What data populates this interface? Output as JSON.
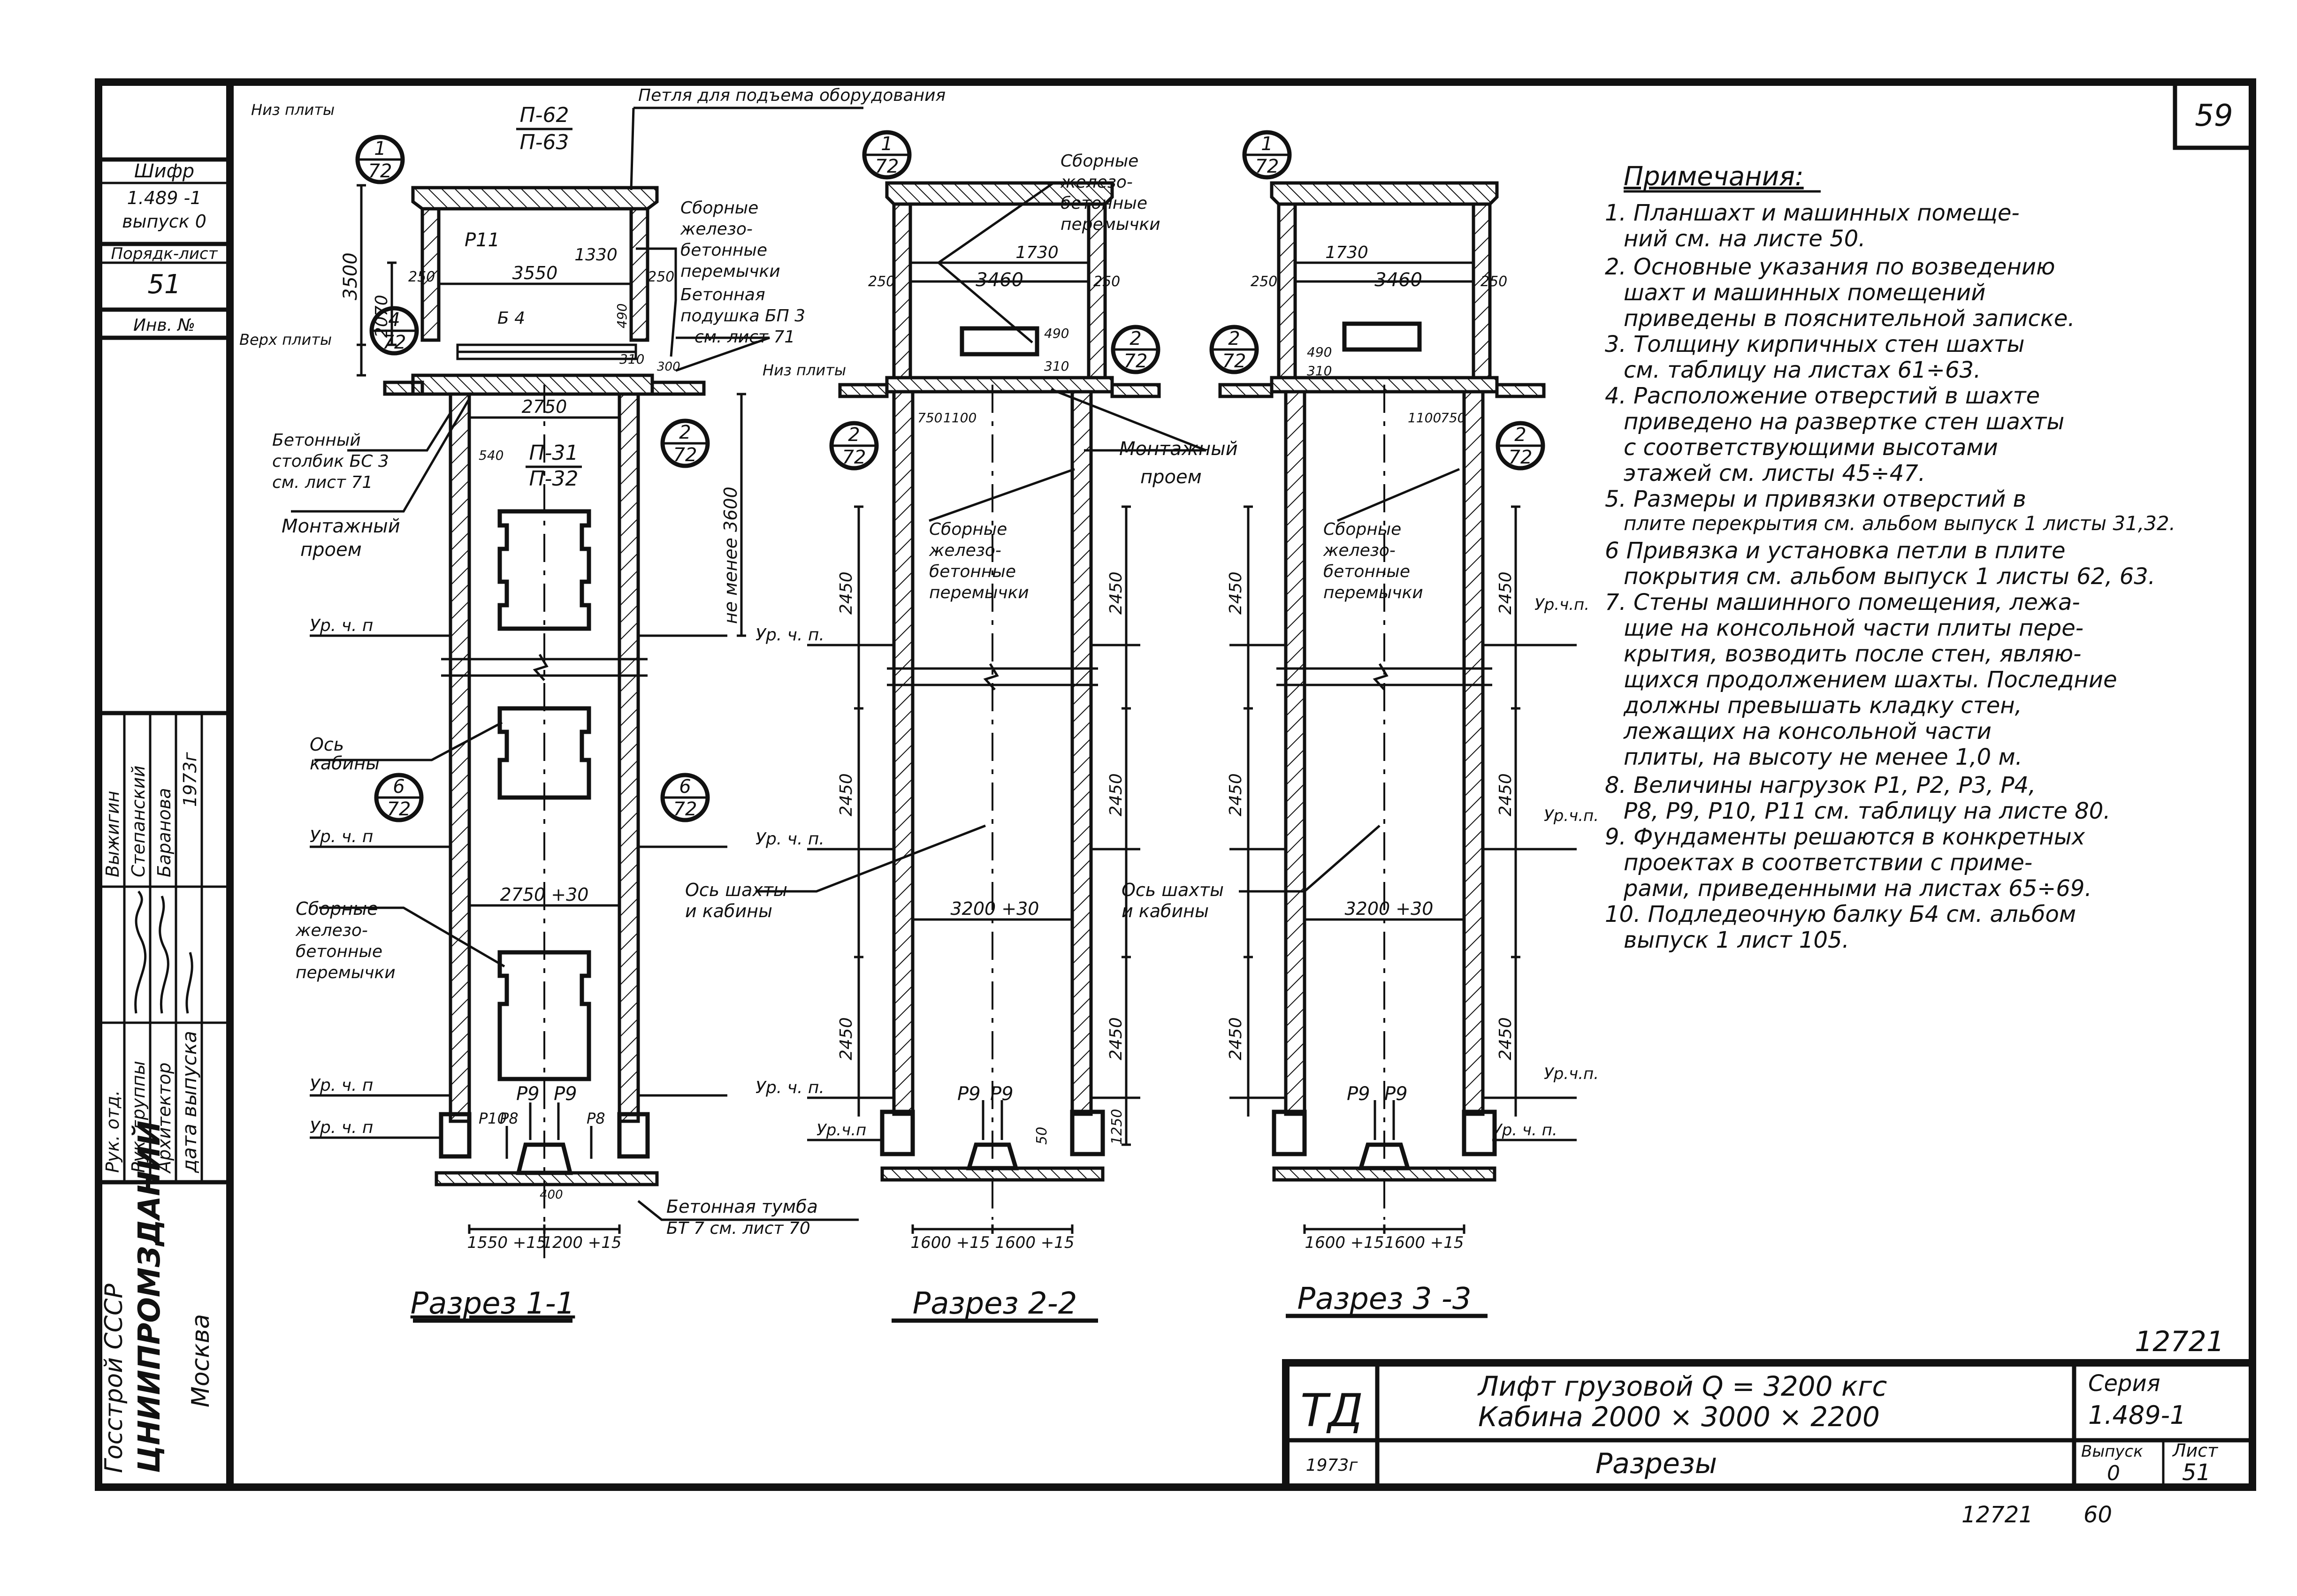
{
  "page_number": "59",
  "left_stamp": {
    "shifr_label": "Шифр",
    "series": "1.489 -1",
    "issue": "выпуск 0",
    "album_sheet_label": "Порядк-лист",
    "album_sheet": "51",
    "inv_label": "Инв. №",
    "org1": "Госстрой СССР",
    "org2": "ЦНИИПРОМЗДАНИЙ",
    "org3": "Москва",
    "staff": [
      {
        "role": "Рук. отд.",
        "name": "Выжигин"
      },
      {
        "role": "Рук. группы",
        "name": "Степанский"
      },
      {
        "role": "Архитектор",
        "name": "Баранова"
      }
    ],
    "date_label": "дата выпуска",
    "date_value": "1973г"
  },
  "sections": [
    {
      "title": "Разрез 1-1",
      "labels": {
        "top_loop": "Петля для подъема оборудования",
        "niz_plity": "Низ плиты",
        "verh_plity": "Верх плиты",
        "niz_plity2": "Низ плиты",
        "p6263": "П-62",
        "p6263b": "П-63",
        "p3132": "П-31",
        "p3132b": "П-32",
        "prefab": "Сборные железо- бетонные перемычки",
        "pad": "Бетонная подушка БП 3 см. лист 71",
        "column": "Бетонный столбик БС 3 см. лист 71",
        "opening": "Монтажный проем",
        "axis": "Ось кабины",
        "prefab2": "Сборные железо- бетонные перемычки",
        "pedestal": "Бетонная тумба БТ 7 см. лист 70",
        "beam": "Б 4",
        "level": "Ур. ч. п",
        "p11": "P11",
        "p9": "P9",
        "p8": "P8",
        "p10": "P10"
      },
      "dims": {
        "d3500": "3500",
        "d2070": "2070",
        "d3550": "3550",
        "d1330": "1330",
        "d250a": "250",
        "d250b": "250",
        "d490": "490",
        "d310": "310",
        "d300": "300",
        "d540": "540",
        "d2750": "2750",
        "d3600": "не менее 3600",
        "d2750b": "2750 +30",
        "d1550": "1550 +15",
        "d1200": "1200 +15",
        "d400": "400"
      },
      "callouts": [
        {
          "num": "1",
          "den": "72"
        },
        {
          "num": "4",
          "den": "72"
        },
        {
          "num": "2",
          "den": "72"
        },
        {
          "num": "6",
          "den": "72"
        },
        {
          "num": "6",
          "den": "72"
        }
      ]
    },
    {
      "title": "Разрез 2-2",
      "labels": {
        "prefab_top": "Сборные железо- бетонные перемычки",
        "opening": "Монтажный проем",
        "prefab": "Сборные железо- бетонные перемычки",
        "axis": "Ось шахты и кабины",
        "level": "Ур. ч. п.",
        "level_bot": "Ур.ч.п",
        "p9": "P9"
      },
      "dims": {
        "d1730": "1730",
        "d3460": "3460",
        "d250a": "250",
        "d250b": "250",
        "d490": "490",
        "d310": "310",
        "d750": "750",
        "d1100": "1100",
        "d2450": "2450",
        "d3200": "3200 +30",
        "d1250": "1250",
        "d50": "50",
        "d1600a": "1600 +15",
        "d1600b": "1600 +15"
      },
      "callouts": [
        {
          "num": "1",
          "den": "72"
        },
        {
          "num": "2",
          "den": "72"
        },
        {
          "num": "2",
          "den": "72"
        }
      ]
    },
    {
      "title": "Разрез 3 -3",
      "labels": {
        "prefab": "Сборные железо- бетонные перемычки",
        "axis": "Ось шахты и кабины",
        "level": "Ур.ч.п.",
        "level_bot": "Ур. ч. п.",
        "p9": "P9"
      },
      "dims": {
        "d1730": "1730",
        "d3460": "3460",
        "d250a": "250",
        "d250b": "250",
        "d490": "490",
        "d310": "310",
        "d1100": "1100",
        "d750": "750",
        "d2450": "2450",
        "d3200": "3200 +30",
        "d1600a": "1600 +15",
        "d1600b": "1600 +15"
      },
      "callouts": [
        {
          "num": "1",
          "den": "72"
        },
        {
          "num": "2",
          "den": "72"
        },
        {
          "num": "2",
          "den": "72"
        }
      ]
    }
  ],
  "notes": {
    "title": "Примечания:",
    "items": [
      "1. Планшахт и машинных помеще- ний см. на листе 50.",
      "2. Основные указания по возведению шахт и машинных помещений приведены в пояснительной записке.",
      "3. Толщину кирпичных стен шахты см. таблицу на листах 61÷63.",
      "4. Расположение отверстий в шахте приведено на развертке стен шахты с соответствующими высотами этажей см. листы 45÷47.",
      "5. Размеры и привязки отверстий в плите перекрытия см. альбом выпуск 1 листы 31,32.",
      "6. Привязка и установка петли в плите покрытия см. альбом выпуск 1 листы 62, 63.",
      "7. Стены машинного помещения, лежа- щие на консольной части плиты пере- крытия, возводить после стен, являю- щихся продолжением шахты. Последние должны превышать кладку стен, лежащих на консольной части плиты, на высоту не менее 1,0 м.",
      "8. Величины нагрузок P1, P2, P3, P4, P8, P9, P10, P11 см. таблицу на листе 80.",
      "9. Фундаменты решаются в конкретных проектах в соответствии с приме- рами, приведенными на листах 65÷69.",
      "10. Подледеочную балку Б4 см. альбом выпуск 1 лист 105."
    ]
  },
  "title_block": {
    "logo": "ТД",
    "title_line1": "Лифт грузовой Q = 3200 кгс",
    "title_line2": "Кабина 2000 × 3000 × 2200",
    "year": "1973г",
    "subtitle": "Разрезы",
    "series_label": "Серия",
    "series_value": "1.489-1",
    "issue_label": "Выпуск",
    "issue_value": "0",
    "sheet_label": "Лист",
    "sheet_value": "51"
  },
  "stamp_number_top": "12721",
  "stamp_number_bottom": "12721",
  "stamp_page_bottom": "60"
}
